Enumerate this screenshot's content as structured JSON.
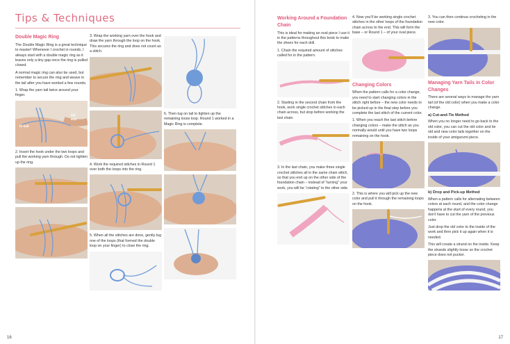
{
  "header": {
    "title": "Tips & Techniques"
  },
  "page_numbers": {
    "left": "16",
    "right": "17"
  },
  "col1": {
    "heading": "Double Magic Ring",
    "intro": "The Double Magic Ring is a great technique to master! Whenever I crochet in rounds, I always start with a double magic ring as it leaves only a tiny gap once the ring is pulled closed.",
    "intro2": "A normal magic ring can also be used, but remember to secure the ring and weave in the tail after you have worked a few rounds.",
    "step1": "1. Wrap the yarn tail twice around your finger.",
    "tag_ball": "to ball",
    "tag_tail": "tail end",
    "step2": "2. Insert the hook under the two loops and pull the working yarn through. Do not tighten up the ring."
  },
  "col2": {
    "step3": "3. Wrap the working yarn over the hook and draw the yarn through the loop on the hook. This secures the ring and does not count as a stitch.",
    "step4": "4. Work the required stitches in Round 1 over both the loops into the ring.",
    "step5": "5. When all the stitches are done, gently tug one of the loops (that formed the double loop on your finger) to close the ring."
  },
  "col3": {
    "step6": "6. Then tug on tail to tighten up the remaining loose loop. Round 1 worked in a Magic Ring is complete."
  },
  "col4": {
    "heading": "Working Around a Foundation Chain",
    "intro": "This is ideal for making an oval piece I use it in the patterns throughout this book to make the shoes for each doll.",
    "step1": "1. Chain the required amount of stitches called for in the pattern.",
    "step2": "2. Starting in the second chain from the hook, work single crochet stitches in each chain across, but stop before working the last chain.",
    "step3": "3. In the last chain, you make three single crochet stitches all in the same chain stitch, so that you end up on the other side of the foundation chain – instead of “turning” your work, you will be “rotating” to the other side."
  },
  "col5": {
    "step4": "4. Now you'll be working single crochet stitches in the other loops of the foundation chain across to the end. This will form the base – or Round 1 – of your oval piece.",
    "heading": "Changing Colors",
    "intro": "When the pattern calls for a color change, you need to start changing colors in the stitch right before – the new color needs to be picked up in the final step before you complete the last stitch of the current color.",
    "step1": "1. When you reach the last stitch before changing colors – make the stitch as you normally would until you have two loops remaining on the hook.",
    "step2": "2. This is where you will pick up the new color and pull it through the remaining loops on the hook."
  },
  "col6": {
    "step3": "3. You can then continue crocheting in the new color.",
    "heading": "Managing Yarn Tails in Color Changes",
    "intro": "There are several ways to manage the yarn tail (of the old color) when you make a color change.",
    "sub_a": "a) Cut-and-Tie Method",
    "text_a": "When you no longer need to go back to the old color, you can cut the old color and tie old and new color tails together on the inside of your amigurumi piece.",
    "sub_b": "b) Drop and Pick-up Method",
    "text_b1": "When a pattern calls for alternating between colors at each round, and the color change happens at the start of every round, you don't have to cut the yarn of the previous color.",
    "text_b2": "Just drop the old color to the inside of the work and then pick it up again when it is needed.",
    "text_b3": "This will create a strand on the inside. Keep the strands slightly loose so the crochet piece does not pucker."
  },
  "colors": {
    "accent": "#e0577a",
    "hook": "#d9a13a",
    "blue_yarn": "#6f9bd8",
    "pink_yarn": "#f0a6c0",
    "purple_yarn": "#7a7fd0"
  }
}
